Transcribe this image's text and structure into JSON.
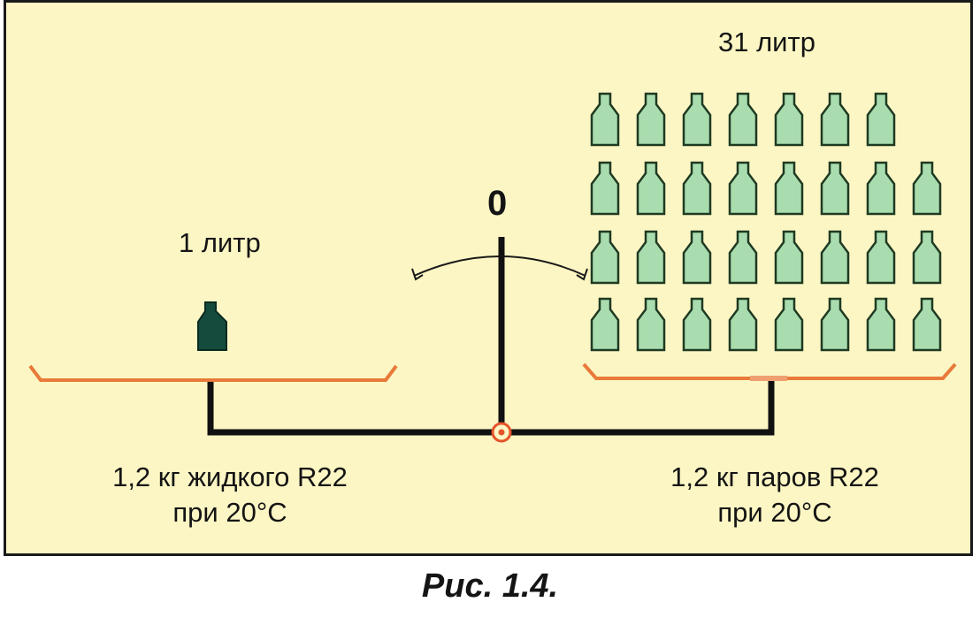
{
  "scale": {
    "zero_mark": "0",
    "left_pan": {
      "volume_label": "1 литр",
      "bottle_count": 1,
      "bottle_color": "#154b3c",
      "caption_line1": "1,2 кг жидкого R22",
      "caption_line2": "при 20°С"
    },
    "right_pan": {
      "volume_label": "31 литр",
      "bottle_rows": [
        7,
        8,
        8,
        8
      ],
      "bottle_count": 31,
      "bottle_fill": "#a9dcae",
      "bottle_stroke": "#1f3a22",
      "caption_line1": "1,2 кг паров R22",
      "caption_line2": "при 20°С"
    },
    "pan_color": "#e87a3a",
    "beam_color": "#111111",
    "pivot_color": "#e5532a"
  },
  "figure_caption": "Рис. 1.4.",
  "colors": {
    "background": "#fcf6c4",
    "border": "#1a1a1a"
  }
}
